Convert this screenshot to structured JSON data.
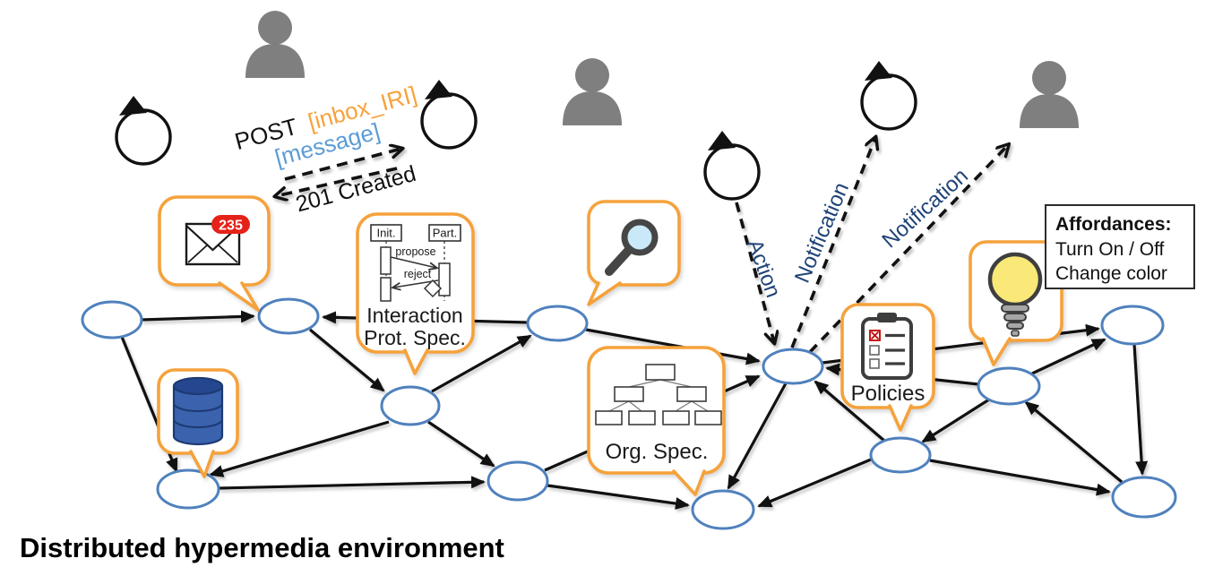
{
  "title": "Distributed hypermedia environment",
  "colors": {
    "callout_orange": "#F5A23C",
    "node_blue": "#4F81BD",
    "label_navy": "#1F4377",
    "iri_orange": "#F9A13A",
    "message_blue": "#5B9BD5",
    "badge_red": "#E42218",
    "person_gray": "#7F7F7F",
    "db_blue": "#3A62AD",
    "bulb_yellow": "#FAE878",
    "lens_blue": "#C9E8F8"
  },
  "http_exchange": {
    "request_method": "POST",
    "request_target": "[inbox_IRI]",
    "request_body": "[message]",
    "response": "201 Created"
  },
  "agent_arrows": {
    "action": "Action",
    "notification_left": "Notification",
    "notification_right": "Notification"
  },
  "callouts": {
    "inbox_badge": "235",
    "interaction_line1": "Interaction",
    "interaction_line2": "Prot. Spec.",
    "seq_initiator": "Init.",
    "seq_participant": "Part.",
    "seq_msg_propose": "propose",
    "seq_msg_reject": "reject",
    "org_label": "Org. Spec.",
    "policies_label": "Policies"
  },
  "affordances": {
    "heading": "Affordances:",
    "item1": "Turn On / Off",
    "item2": "Change color"
  }
}
